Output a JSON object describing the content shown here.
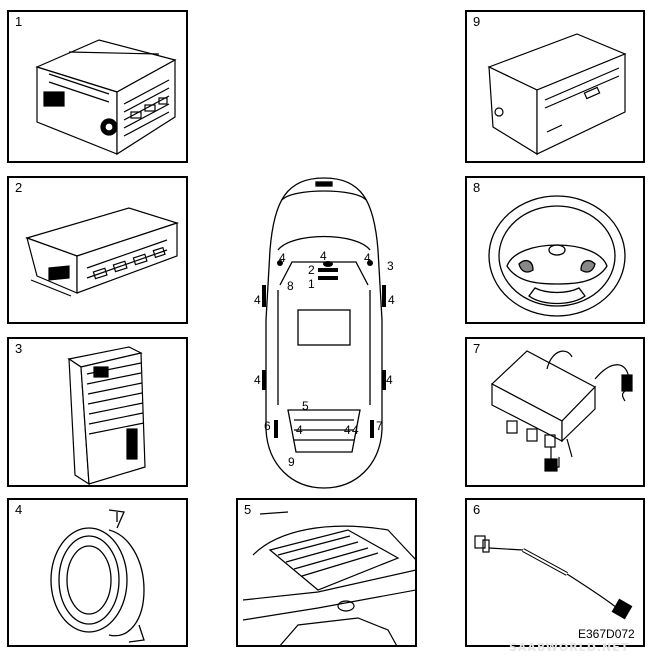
{
  "panels": [
    {
      "number": "1",
      "icon": "head-unit-radio-icon"
    },
    {
      "number": "2",
      "icon": "display-unit-icon"
    },
    {
      "number": "3",
      "icon": "amplifier-icon"
    },
    {
      "number": "4",
      "icon": "speaker-icon"
    },
    {
      "number": "5",
      "icon": "rear-window-antenna-icon"
    },
    {
      "number": "6",
      "icon": "antenna-cable-icon"
    },
    {
      "number": "7",
      "icon": "control-module-icon"
    },
    {
      "number": "8",
      "icon": "steering-wheel-icon"
    },
    {
      "number": "9",
      "icon": "cd-changer-icon"
    }
  ],
  "car_callouts": [
    "4",
    "2",
    "4",
    "4",
    "3",
    "4",
    "1",
    "8",
    "4",
    "4",
    "4",
    "4",
    "5",
    "6",
    "4",
    "4",
    "7",
    "9"
  ],
  "figure_code": "E367D072",
  "watermark": "SAABWORLD.NET"
}
